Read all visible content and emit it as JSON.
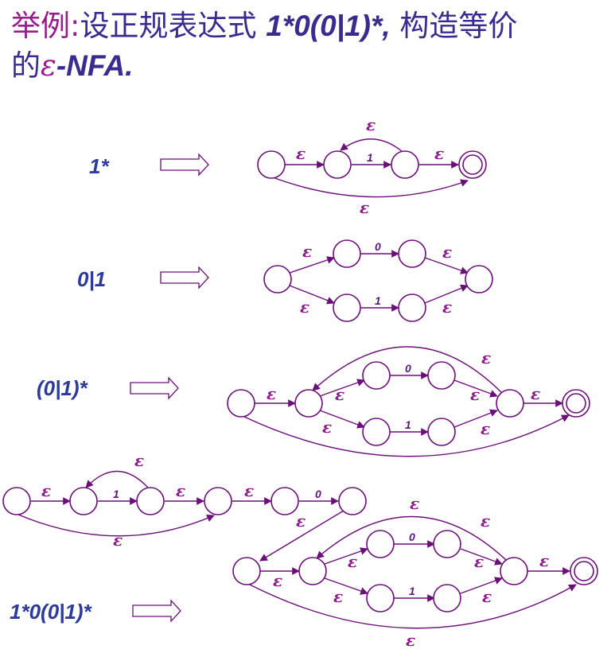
{
  "title": {
    "prefix": "举例:",
    "text": "设正规表达式 ",
    "expr": "1*0(0|1)*,",
    "text2": " 构造等价",
    "line2a": "的",
    "eps": "ε",
    "line2b": "-NFA."
  },
  "labels": {
    "eps": "ε",
    "zero": "0",
    "one": "1"
  },
  "expressions": [
    "1*",
    "0|1",
    "(0|1)*",
    "1*0(0|1)*"
  ],
  "colors": {
    "title": "#3b2b8e",
    "accent": "#9b1b8e",
    "edge": "#6a0f78",
    "expr": "#2c3a9a"
  }
}
